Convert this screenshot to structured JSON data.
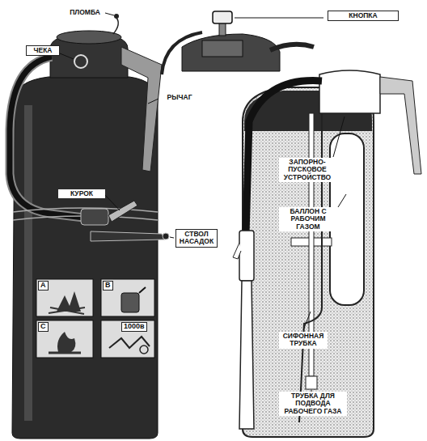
{
  "diagram": {
    "labels": [
      "ПЛОМБА",
      "КНОПКА",
      "ЧЕКА",
      "РЫЧАГ",
      "ЗАПОРНО-ПУСКОВОЕ УСТРОЙСТВО",
      "КУРОК",
      "БАЛЛОН С РАБОЧИМ ГАЗОМ",
      "СТВОЛ НАСАДОК",
      "A",
      "B",
      "C",
      "1000в",
      "СИФОННАЯ ТРУБКА",
      "ТРУБКА ДЛЯ ПОДВОДА РАБОЧЕГО ГАЗА"
    ]
  }
}
